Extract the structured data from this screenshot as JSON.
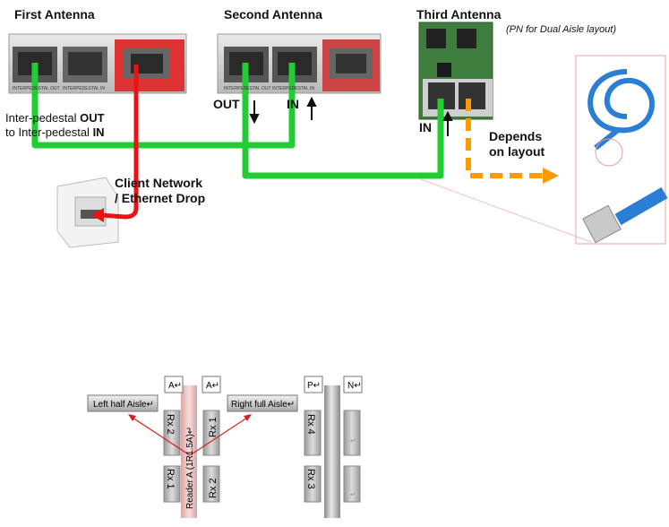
{
  "top": {
    "first_antenna": "First Antenna",
    "second_antenna": "Second Antenna",
    "third_antenna": "Third Antenna",
    "pn_note": "(PN for Dual Aisle layout)",
    "port_labels": {
      "interpedestal_out": "INTERPEDESTAL OUT",
      "interpedestal_in": "INTERPEDESTAL IN"
    },
    "note_line1_pre": "Inter-pedestal ",
    "note_line1_bold": "OUT",
    "note_line2_pre": "to Inter-pedestal ",
    "note_line2_bold": "IN",
    "out_label": "OUT",
    "in_label": "IN",
    "in_label_third": "IN",
    "client_network_1": "Client Network",
    "client_network_2": "/ Ethernet Drop",
    "depends_1": "Depends",
    "depends_2": "on layout",
    "colors": {
      "green": "#22cc33",
      "red": "#ee1111",
      "orange": "#ff9900",
      "panel": "#cfcfcf"
    }
  },
  "bottom": {
    "box_a1": "A↵",
    "box_a2": "A↵",
    "box_p": "P↵",
    "box_n": "N↵",
    "left_half": "Left half Aisle↵",
    "right_full": "Right full Aisle↵",
    "rx2_top": "Rx 2",
    "rx1_top": "Rx 1",
    "rx1_bottom": "Rx 1",
    "rx2_bottom": "Rx 2",
    "reader": "Reader A (1R1.5A)↵",
    "rx4": "Rx 4",
    "rx3": "Rx 3",
    "mark": "↵"
  }
}
